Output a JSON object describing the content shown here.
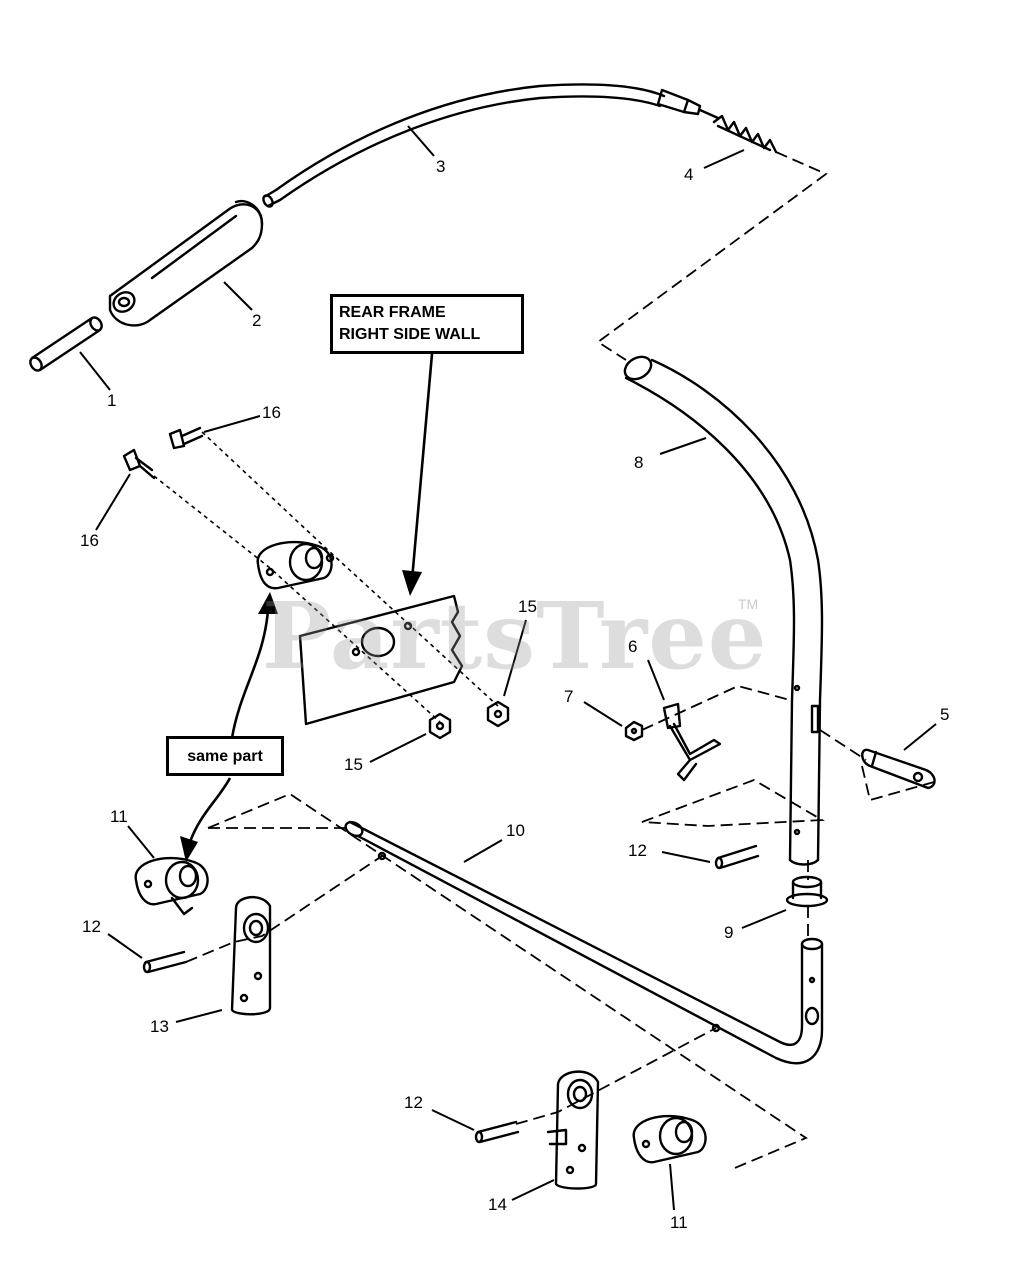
{
  "diagram": {
    "callouts": {
      "c1": "1",
      "c2": "2",
      "c3": "3",
      "c4": "4",
      "c5": "5",
      "c6": "6",
      "c7": "7",
      "c8": "8",
      "c9": "9",
      "c10": "10",
      "c11a": "11",
      "c11b": "11",
      "c12a": "12",
      "c12b": "12",
      "c12c": "12",
      "c13": "13",
      "c14": "14",
      "c15a": "15",
      "c15b": "15",
      "c16a": "16",
      "c16b": "16"
    },
    "rear_frame_label": {
      "line1": "REAR FRAME",
      "line2": "RIGHT SIDE WALL"
    },
    "same_part_label": "same part",
    "watermark": "PartsTree",
    "trademark": "TM"
  }
}
